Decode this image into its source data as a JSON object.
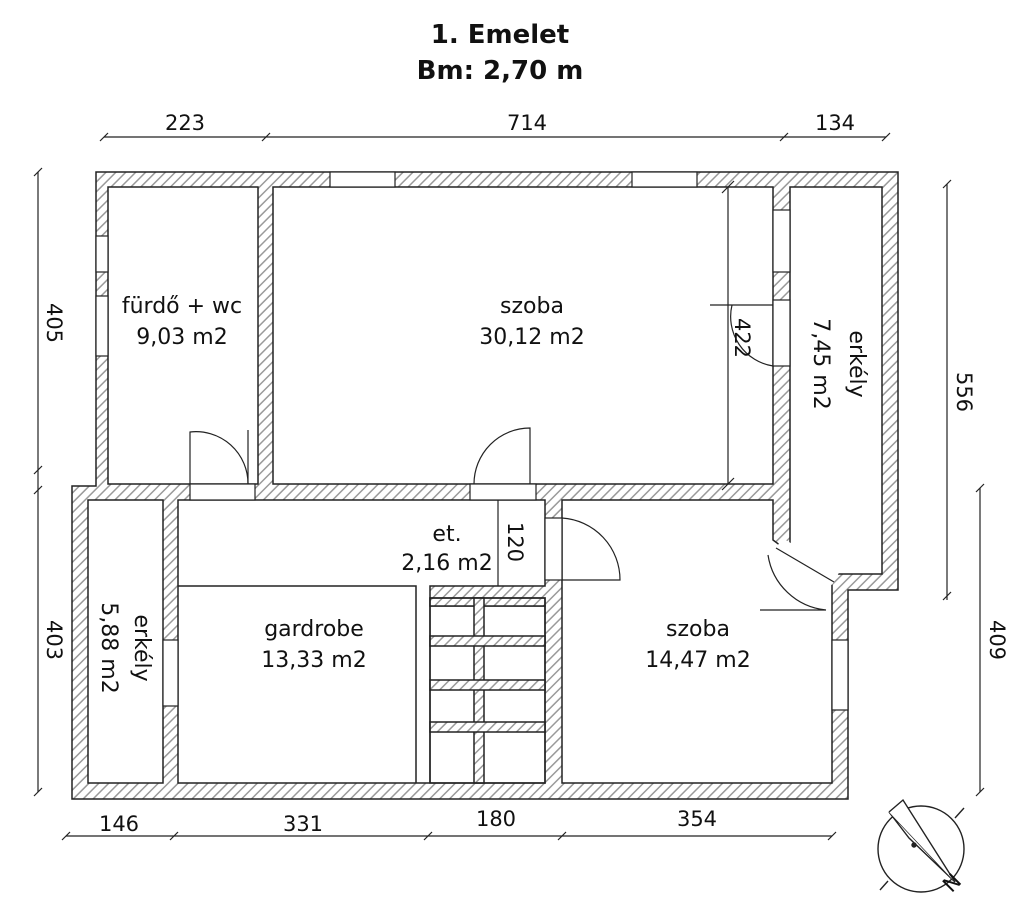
{
  "title": {
    "line1": "1. Emelet",
    "line2": "Bm: 2,70 m"
  },
  "rooms": [
    {
      "name": "fürdő + wc",
      "area": "9,03 m2"
    },
    {
      "name": "szoba",
      "area": "30,12 m2"
    },
    {
      "name": "erkély",
      "area": "7,45 m2"
    },
    {
      "name": "et.",
      "area": "2,16 m2"
    },
    {
      "name": "gardrobe",
      "area": "13,33 m2"
    },
    {
      "name": "erkély",
      "area": "5,88 m2"
    },
    {
      "name": "szoba",
      "area": "14,47 m2"
    }
  ],
  "dimensions": {
    "top": [
      "223",
      "714",
      "134"
    ],
    "bottom": [
      "146",
      "331",
      "180",
      "354"
    ],
    "left": [
      "405",
      "403"
    ],
    "right": [
      "556",
      "409"
    ],
    "inner": [
      "422",
      "120"
    ]
  },
  "compass": {
    "label": "N"
  },
  "colors": {
    "wall_hatch": "#b5b5b5",
    "line": "#222222"
  }
}
